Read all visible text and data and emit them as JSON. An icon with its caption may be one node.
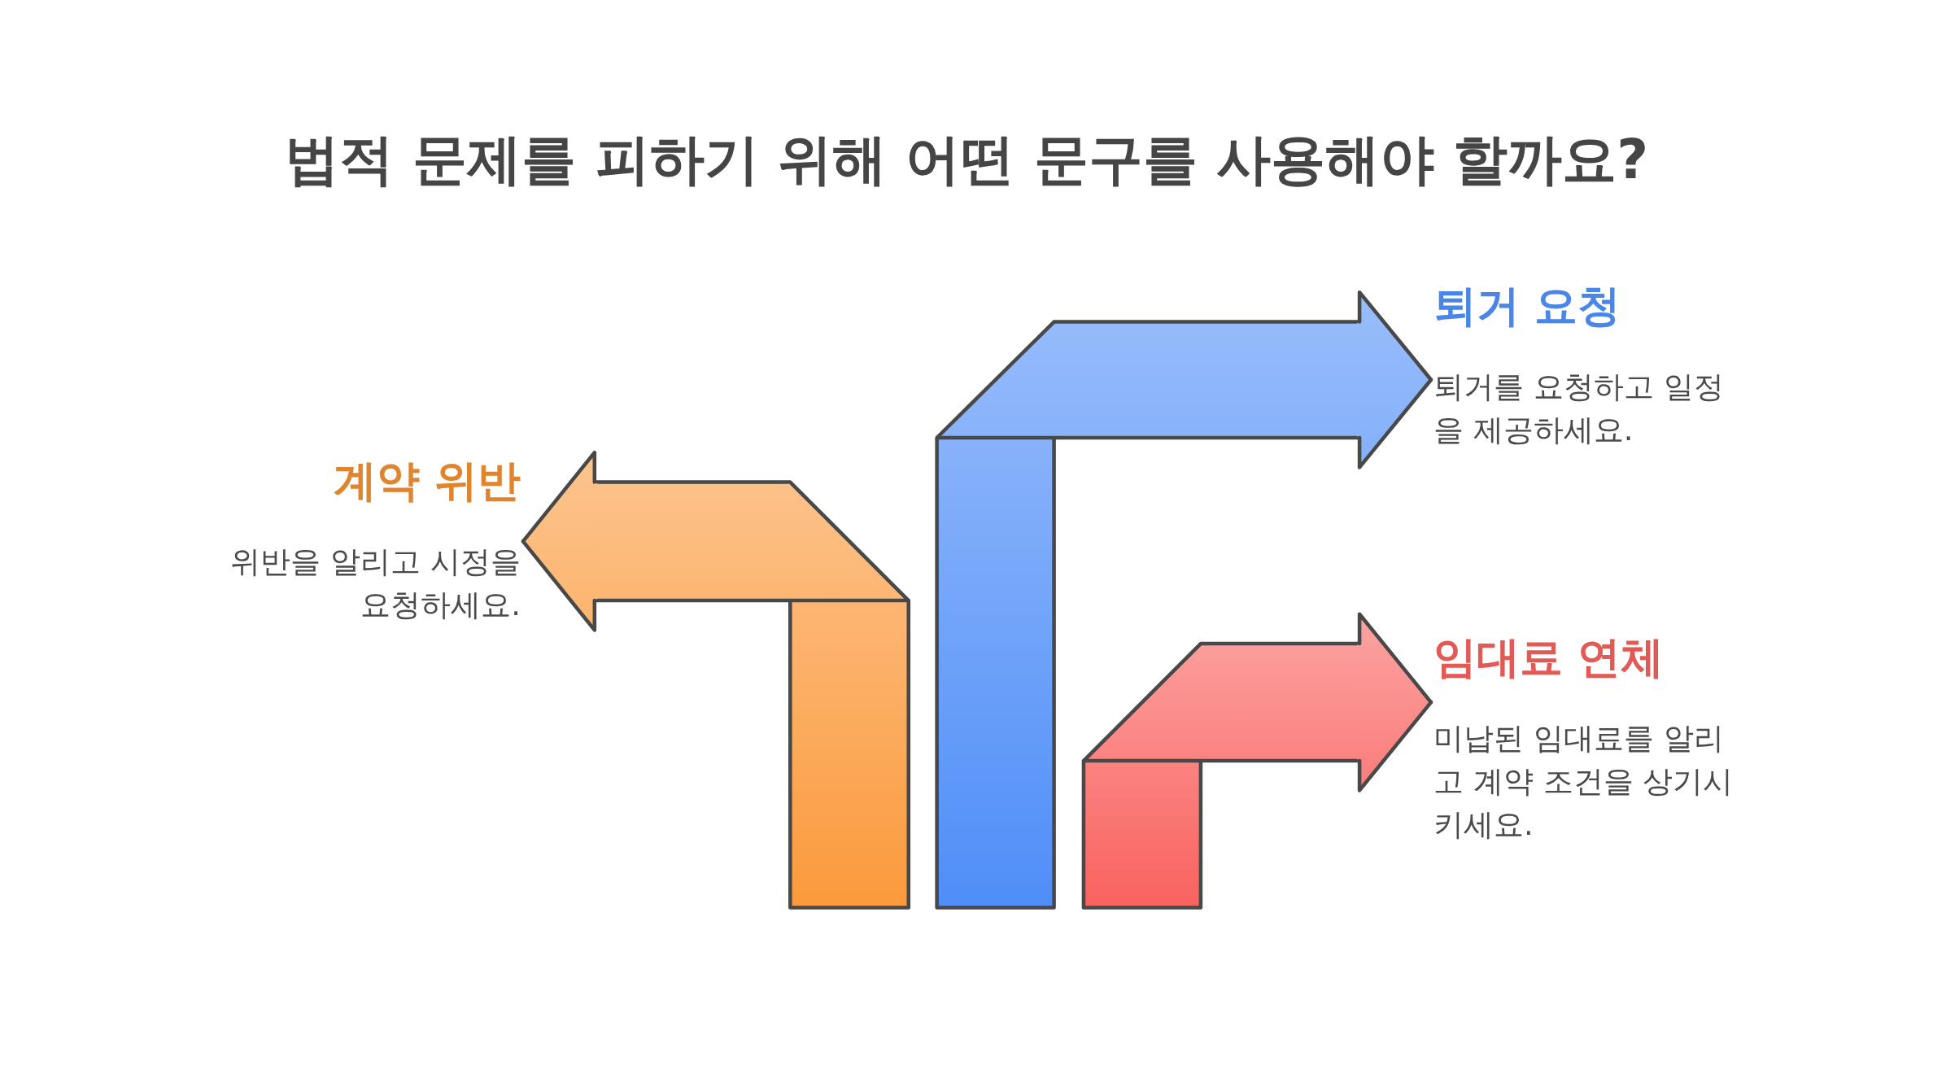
{
  "diagram": {
    "title": "법적 문제를 피하기 위해 어떤 문구를 사용해야 할까요?",
    "nodes": [
      {
        "text": [
          "퇴거 요청",
          "퇴거를 요청하고 일정을 제공하세요."
        ]
      },
      {
        "text": [
          "계약 위반",
          "위반을 알리고 시정을 요청하세요."
        ]
      },
      {
        "text": [
          "임대료 연체",
          "미납된 임대료를 알리고 계약 조건을 상기시키세요."
        ]
      }
    ],
    "edges": [
      {
        "from": null,
        "to": 1,
        "arrow": "to"
      },
      {
        "from": null,
        "to": 0,
        "arrow": "to"
      },
      {
        "from": null,
        "to": 2,
        "arrow": "to"
      }
    ]
  }
}
